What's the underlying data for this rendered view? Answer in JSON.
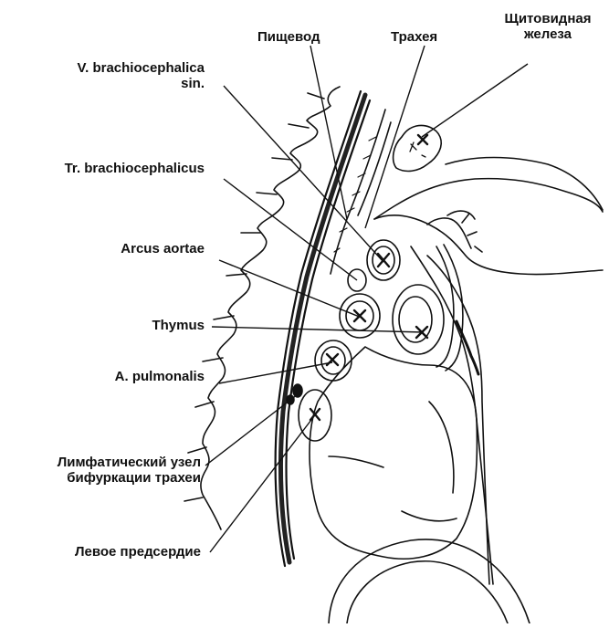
{
  "labels": {
    "esophagus": "Пищевод",
    "trachea": "Трахея",
    "thyroid_line1": "Щитовидная",
    "thyroid_line2": "железа",
    "vbrachio_line1": "V. brachiocephalica",
    "vbrachio_line2": "sin.",
    "trbrachio": "Tr. brachiocephalicus",
    "arcus": "Arcus aortae",
    "thymus": "Thymus",
    "apulm": "A. pulmonalis",
    "lymph_line1": "Лимфатический узел",
    "lymph_line2": "бифуркации трахеи",
    "atrium": "Левое предсердие"
  },
  "colors": {
    "ink": "#111111",
    "background": "#ffffff"
  }
}
